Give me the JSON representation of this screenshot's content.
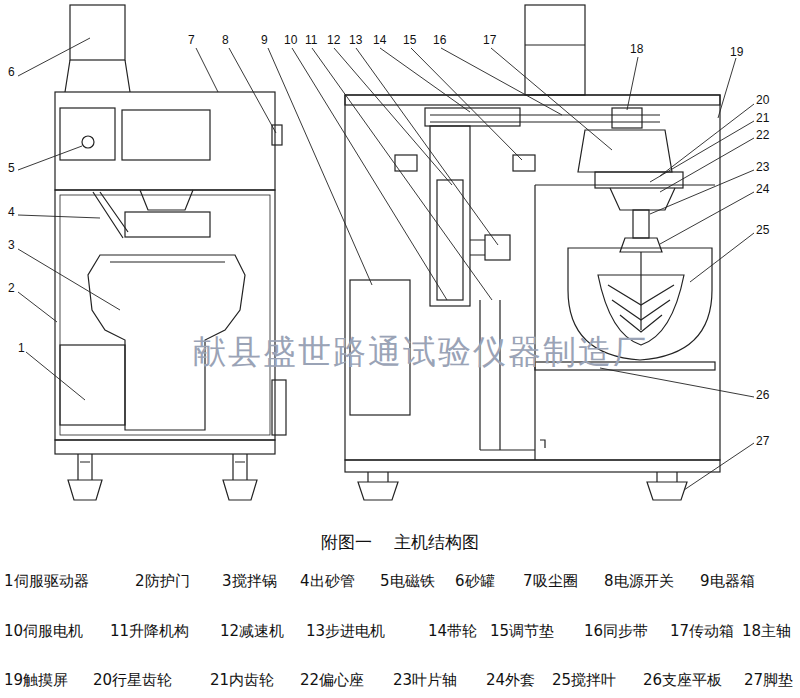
{
  "diagram": {
    "caption": "附图一    主机结构图",
    "labels": [
      "1",
      "2",
      "3",
      "4",
      "5",
      "6",
      "7",
      "8",
      "9",
      "10",
      "11",
      "12",
      "13",
      "14",
      "15",
      "16",
      "17",
      "18",
      "19",
      "20",
      "21",
      "22",
      "23",
      "24",
      "25",
      "26",
      "27",
      "献县盛世路通试验仪器制造厂",
      "1伺服驱动器",
      "2防护门",
      "3搅拌锅",
      "4出砂管",
      "5电磁铁",
      "6砂罐",
      "7吸尘圈",
      "8电源开关",
      "9电器箱",
      "10伺服电机",
      "11升降机构",
      "12减速机",
      "13步进电机",
      "14带轮",
      "15调节垫",
      "16同步带",
      "17传动箱",
      "18主轴",
      "19触摸屏",
      "20行星齿轮",
      "21内齿轮",
      "22偏心座",
      "23叶片轴",
      "24外套",
      "25搅拌叶",
      "26支座平板",
      "27脚垫"
    ]
  }
}
